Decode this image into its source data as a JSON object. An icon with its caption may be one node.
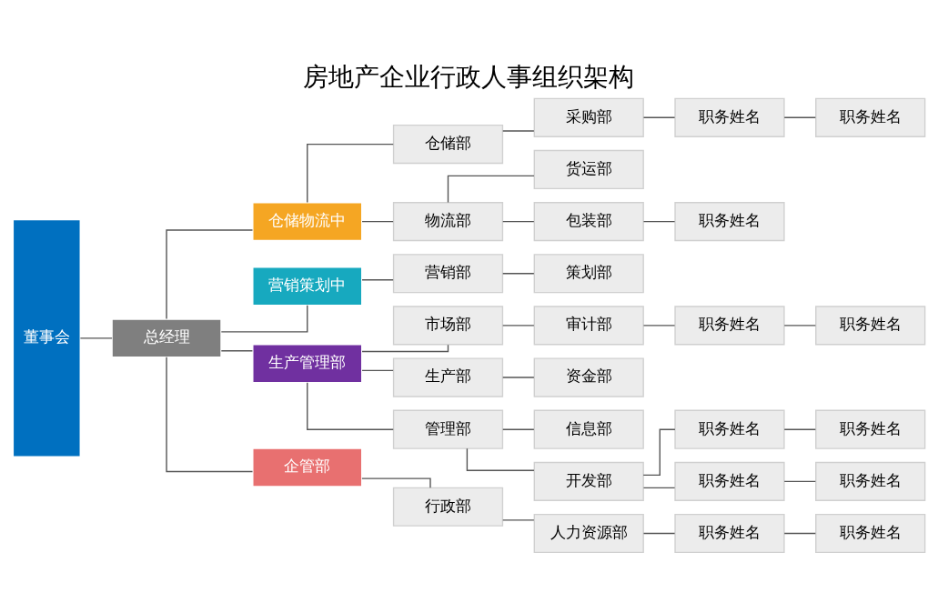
{
  "diagram": {
    "title": "房地产企业行政人事组织架构",
    "nodes": [
      {
        "text": [
          "董事会"
        ]
      },
      {
        "text": [
          "总经理"
        ]
      },
      {
        "text": [
          "仓储物流中"
        ]
      },
      {
        "text": [
          "营销策划中"
        ]
      },
      {
        "text": [
          "生产管理部"
        ]
      },
      {
        "text": [
          "企管部"
        ]
      },
      {
        "text": [
          "仓储部"
        ]
      },
      {
        "text": [
          "物流部"
        ]
      },
      {
        "text": [
          "采购部"
        ]
      },
      {
        "text": [
          "职务姓名"
        ]
      },
      {
        "text": [
          "职务姓名"
        ]
      },
      {
        "text": [
          "货运部"
        ]
      },
      {
        "text": [
          "包装部"
        ]
      },
      {
        "text": [
          "职务姓名"
        ]
      },
      {
        "text": [
          "营销部"
        ]
      },
      {
        "text": [
          "策划部"
        ]
      },
      {
        "text": [
          "市场部"
        ]
      },
      {
        "text": [
          "审计部"
        ]
      },
      {
        "text": [
          "职务姓名"
        ]
      },
      {
        "text": [
          "职务姓名"
        ]
      },
      {
        "text": [
          "生产部"
        ]
      },
      {
        "text": [
          "资金部"
        ]
      },
      {
        "text": [
          "管理部"
        ]
      },
      {
        "text": [
          "信息部"
        ]
      },
      {
        "text": [
          "开发部"
        ]
      },
      {
        "text": [
          "职务姓名"
        ]
      },
      {
        "text": [
          "职务姓名"
        ]
      },
      {
        "text": [
          "职务姓名"
        ]
      },
      {
        "text": [
          "职务姓名"
        ]
      },
      {
        "text": [
          "行政部"
        ]
      },
      {
        "text": [
          "人力资源部"
        ]
      },
      {
        "text": [
          "职务姓名"
        ]
      },
      {
        "text": [
          "职务姓名"
        ]
      }
    ],
    "edges": [
      {
        "from": 0,
        "to": 1,
        "arrow": "none"
      },
      {
        "from": 1,
        "to": 2,
        "arrow": "none"
      },
      {
        "from": 1,
        "to": 3,
        "arrow": "none"
      },
      {
        "from": 1,
        "to": 4,
        "arrow": "none"
      },
      {
        "from": 1,
        "to": 5,
        "arrow": "none"
      },
      {
        "from": 2,
        "to": 6,
        "arrow": "none"
      },
      {
        "from": 2,
        "to": 7,
        "arrow": "none"
      },
      {
        "from": 6,
        "to": 8,
        "arrow": "none"
      },
      {
        "from": 8,
        "to": 9,
        "arrow": "none"
      },
      {
        "from": 9,
        "to": 10,
        "arrow": "none"
      },
      {
        "from": 7,
        "to": 11,
        "arrow": "none"
      },
      {
        "from": 7,
        "to": 12,
        "arrow": "none"
      },
      {
        "from": 12,
        "to": 13,
        "arrow": "none"
      },
      {
        "from": 3,
        "to": 14,
        "arrow": "none"
      },
      {
        "from": 14,
        "to": 15,
        "arrow": "none"
      },
      {
        "from": 4,
        "to": 16,
        "arrow": "none"
      },
      {
        "from": 4,
        "to": 20,
        "arrow": "none"
      },
      {
        "from": 4,
        "to": 22,
        "arrow": "none"
      },
      {
        "from": 16,
        "to": 17,
        "arrow": "none"
      },
      {
        "from": 17,
        "to": 18,
        "arrow": "none"
      },
      {
        "from": 18,
        "to": 19,
        "arrow": "none"
      },
      {
        "from": 20,
        "to": 21,
        "arrow": "none"
      },
      {
        "from": 22,
        "to": 23,
        "arrow": "none"
      },
      {
        "from": 22,
        "to": 24,
        "arrow": "none"
      },
      {
        "from": 24,
        "to": 25,
        "arrow": "none"
      },
      {
        "from": 24,
        "to": 27,
        "arrow": "none"
      },
      {
        "from": 25,
        "to": 26,
        "arrow": "none"
      },
      {
        "from": 27,
        "to": 28,
        "arrow": "none"
      },
      {
        "from": 5,
        "to": 29,
        "arrow": "none"
      },
      {
        "from": 29,
        "to": 30,
        "arrow": "none"
      },
      {
        "from": 30,
        "to": 31,
        "arrow": "none"
      },
      {
        "from": 31,
        "to": 32,
        "arrow": "none"
      }
    ]
  }
}
